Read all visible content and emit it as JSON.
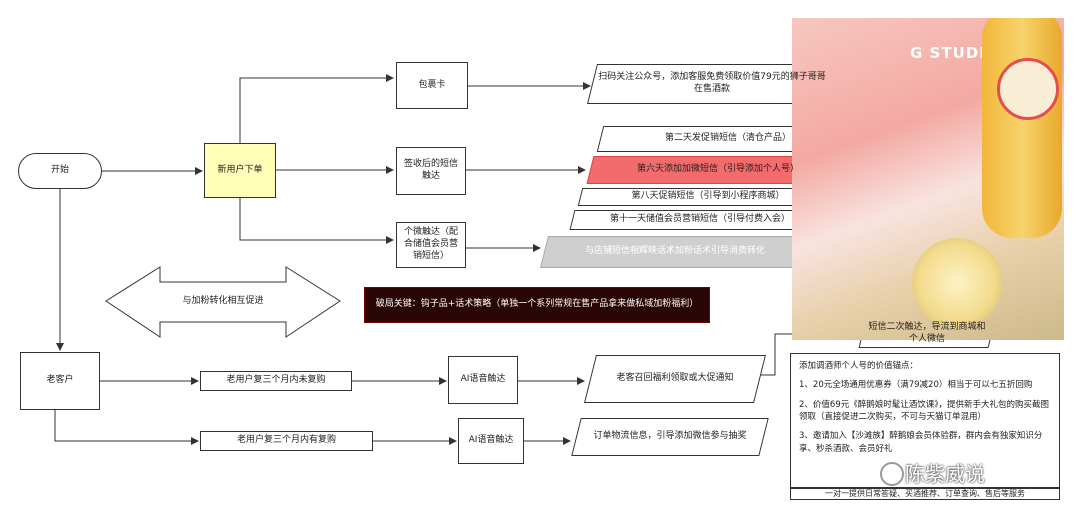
{
  "nodes": {
    "start": "开始",
    "new_order": "新用户下单",
    "old_customer": "老客户",
    "membership_card": "包裹卡",
    "sms_after_receipt": "签收后的短信触达",
    "wecom_reach": "个微触达（配合储值会员营销短信）",
    "follow_official": "扫码关注公众号，添加客服免费领取价值79元的狮子哥哥在售酒款",
    "sms_day2": "第二天发促销短信（清仓产品）",
    "sms_day6_add": "第六天添加加微短信（引导添加个人号）",
    "sms_day8": "第八天促销短信（引导到小程序商城）",
    "sms_day11": "第十一天储值会员营销短信（引导付费入会）",
    "wecom_script": "与店铺短信相辉映话术加粉话术引导消费转化",
    "convert_arrow": "与加粉转化相互促进",
    "key_point": "破局关键：钩子品+话术策略（单独一个系列常规在售产品拿来做私域加粉福利）",
    "old_no_repurchase": "老用户复三个月内未复购",
    "old_repurchase": "老用户复三个月内有复购",
    "ai_voice_1": "AI语音触达",
    "ai_voice_2": "AI语音触达",
    "old_recall": "老客召回福利领取或大促通知",
    "logistics_info": "订单物流信息，引导添加微信参与抽奖",
    "sms_second_touch": "短信二次触达，导流到商城和个人微信"
  },
  "info_box": {
    "title": "添加调酒师个人号的价值锚点：",
    "point1": "1、20元全场通用优惠券（满79减20）相当于可以七五折回购",
    "point2": "2、价值69元《醉鹅娘时髦让酒饮课》，提供新手大礼包的购买截图领取（直接促进二次购买，不可与天猫订单混用）",
    "point3": "3、邀请加入【沙滩族】醉鹅娘会员体验群，群内会有独家知识分享、秒杀酒款、会员好礼",
    "footer": "一对一提供日常答疑、买酒推荐、订单查询、售后等服务"
  },
  "photo": {
    "brand_text": "G STUDIO."
  },
  "watermark": {
    "text": "陈紫威说"
  }
}
